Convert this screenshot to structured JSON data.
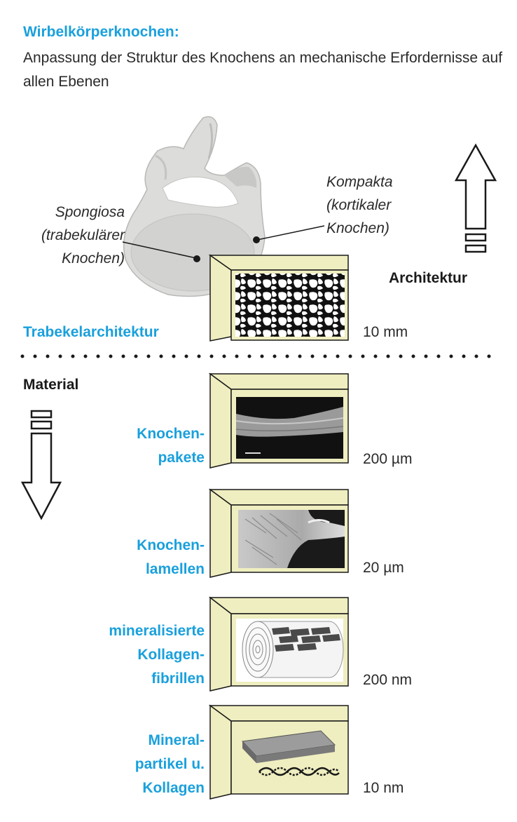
{
  "header": {
    "title": "Wirbelkörperknochen:",
    "subtitle": "Anpassung der Struktur des Knochens an mechanische Erfordernisse auf allen Ebenen"
  },
  "top": {
    "spongiosa": [
      "Spongiosa",
      "(trabekulärer",
      "Knochen)"
    ],
    "kompakta": [
      "Kompakta",
      "(kortikaler",
      "Knochen)"
    ],
    "architecture_label": "Architektur",
    "trabecular_label": "Trabekelarchitektur",
    "trabecular_scale": "10 mm"
  },
  "bottom": {
    "material_label": "Material",
    "levels": [
      {
        "lines": [
          "Knochen-",
          "pakete"
        ],
        "scale": "200 µm",
        "image": "lamellar-packets-micrograph"
      },
      {
        "lines": [
          "Knochen-",
          "lamellen"
        ],
        "scale": "20 µm",
        "image": "lamellae-micrograph"
      },
      {
        "lines": [
          "mineralisierte",
          "Kollagen-",
          "fibrillen"
        ],
        "scale": "200 nm",
        "image": "collagen-fibril-diagram"
      },
      {
        "lines": [
          "Mineral-",
          "partikel u.",
          "Kollagen"
        ],
        "scale": "10 nm",
        "image": "mineral-particle-diagram"
      }
    ]
  },
  "colors": {
    "accent": "#1aa0dc",
    "frame_fill": "#efeec0",
    "frame_stroke": "#1a1a1a"
  }
}
